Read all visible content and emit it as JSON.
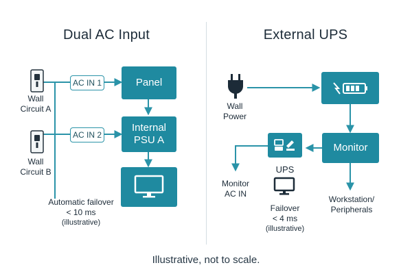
{
  "left": {
    "title": "Dual AC Input",
    "source_a": [
      "Wall",
      "Circuit A"
    ],
    "source_b": [
      "Wall",
      "Circuit B"
    ],
    "ac_in_1": "AC IN 1",
    "ac_in_2": "AC IN 2",
    "panel": "Panel",
    "internal_psu": [
      "Internal",
      "PSU A"
    ],
    "failover": [
      "Automatic failover",
      "< 10 ms",
      "(illustrative)"
    ]
  },
  "right": {
    "title": "External UPS",
    "wall_power": [
      "Wall",
      "Power"
    ],
    "monitor": "Monitor",
    "ups": "UPS",
    "monitor_ac_in": [
      "Monitor",
      "AC IN"
    ],
    "failover": [
      "Failover",
      "< 4 ms",
      "(illustrative)"
    ],
    "workstation": [
      "Workstation/",
      "Peripherals"
    ]
  },
  "footer": "Illustrative, not to scale.",
  "colors": {
    "accent": "#1f8aa0",
    "line": "#2a93a8",
    "text": "#1c2b38"
  },
  "icons": [
    "outlet-icon",
    "plug-icon",
    "battery-icon",
    "monitor-icon",
    "ups-icon"
  ]
}
